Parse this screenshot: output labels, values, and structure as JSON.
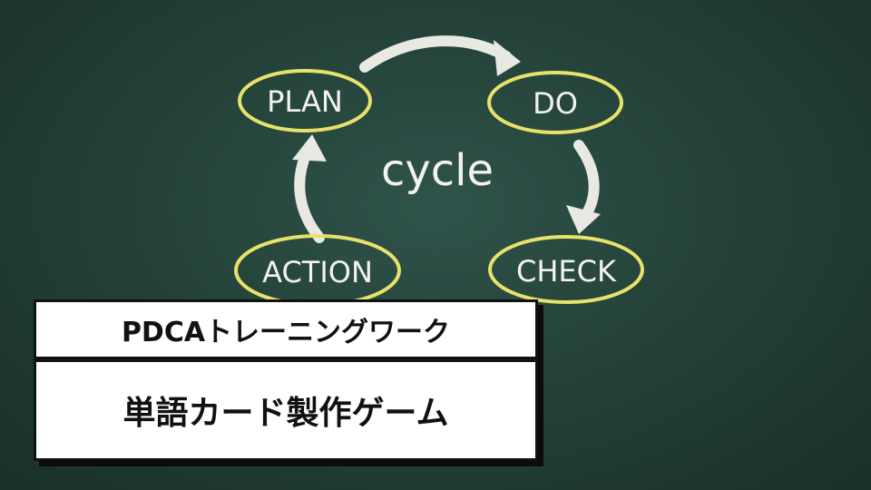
{
  "diagram": {
    "center_label": "cycle",
    "stages": {
      "plan": "PLAN",
      "do": "DO",
      "check": "CHECK",
      "action": "ACTION"
    }
  },
  "title_box": {
    "subtitle": "PDCAトレーニングワーク",
    "title": "単語カード製作ゲーム"
  },
  "colors": {
    "board": "#244239",
    "ellipse_outline": "#e8e26a",
    "chalk": "#f2f2ee",
    "panel_bg": "#ffffff",
    "panel_text": "#111111"
  }
}
